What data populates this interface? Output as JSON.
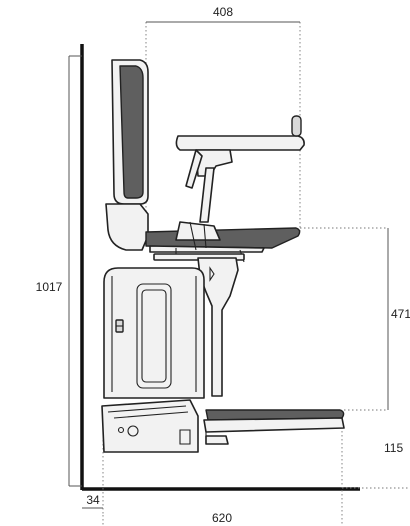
{
  "dimensions": {
    "top_width": "408",
    "total_height": "1017",
    "seat_height": "471",
    "footrest_height": "115",
    "bottom_offset": "34",
    "total_depth": "620"
  },
  "colors": {
    "outline": "#222222",
    "cushion": "#5f5f5f",
    "body": "#f2f2f2",
    "dimension_line": "#555555"
  },
  "icons": {
    "control_button": "rocker-switch-icon",
    "key_slot": "key-slot-icon"
  }
}
